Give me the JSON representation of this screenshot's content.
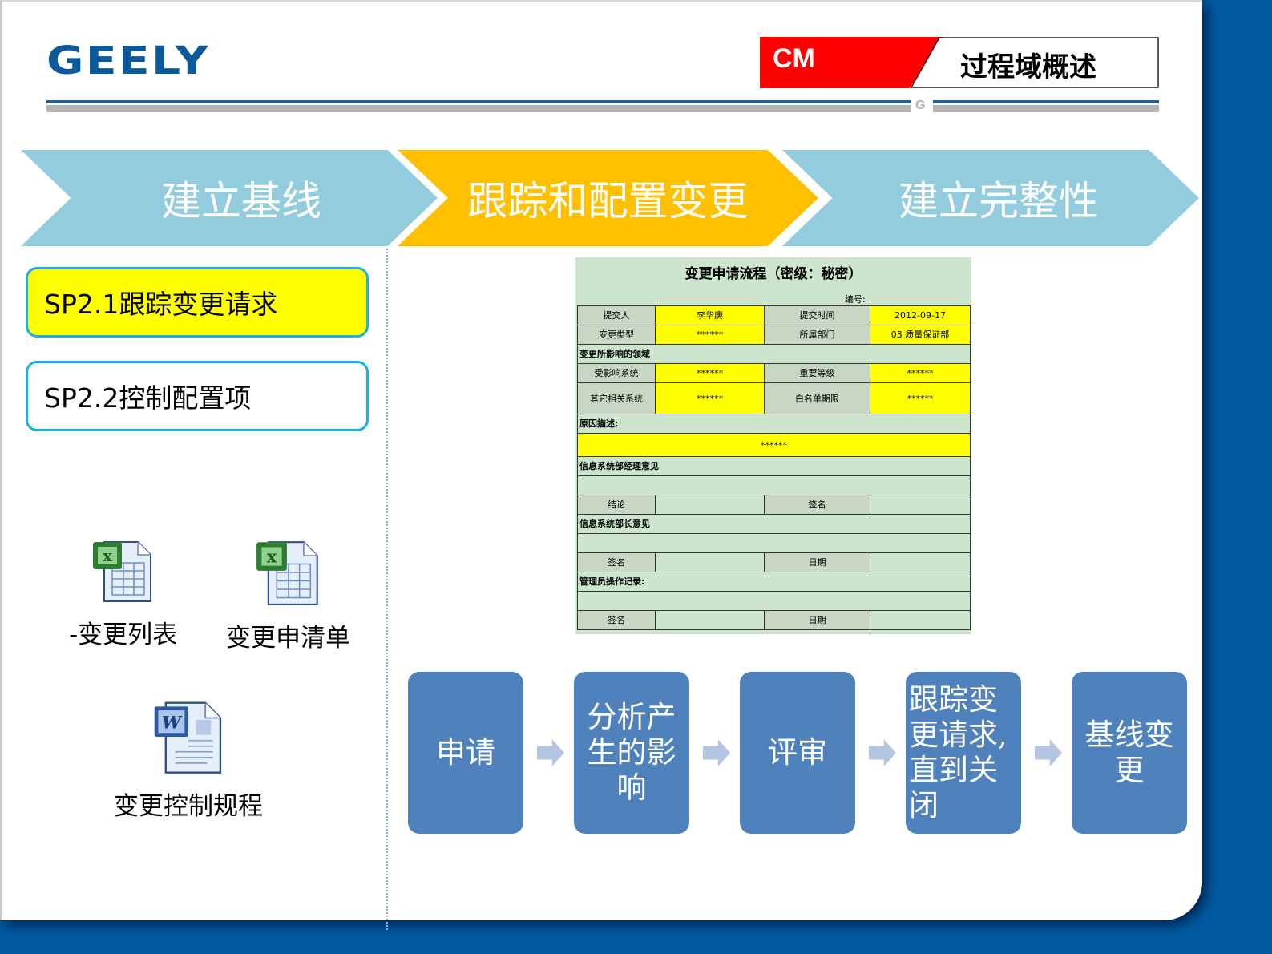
{
  "header": {
    "logo": "GEELY",
    "tag": "CM",
    "title": "过程域概述",
    "rule_mark": "G"
  },
  "phases": [
    {
      "label": "建立基线",
      "color": "#93cddd",
      "active": false
    },
    {
      "label": "跟踪和配置变更",
      "color": "#ffc000",
      "active": true
    },
    {
      "label": "建立完整性",
      "color": "#93cddd",
      "active": false
    }
  ],
  "subpractices": [
    {
      "label": "SP2.1跟踪变更请求",
      "highlighted": true
    },
    {
      "label": "SP2.2控制配置项",
      "highlighted": false
    }
  ],
  "files": [
    {
      "label": "-变更列表",
      "icon": "excel-file-icon"
    },
    {
      "label": "变更申清单",
      "icon": "excel-file-icon"
    },
    {
      "label": "变更控制规程",
      "icon": "word-file-icon"
    }
  ],
  "form": {
    "title": "变更申请流程（密级：秘密）",
    "number_label": "编号:",
    "rows": {
      "submitter_label": "提交人",
      "submitter_value": "李华庚",
      "submit_time_label": "提交时间",
      "submit_time_value": "2012-09-17",
      "change_type_label": "变更类型",
      "change_type_value": "******",
      "department_label": "所属部门",
      "department_value": "03 质量保证部",
      "affected_area_section": "变更所影响的领域",
      "affected_system_label": "受影响系统",
      "affected_system_value": "******",
      "importance_label": "重要等级",
      "importance_value": "******",
      "other_system_label": "其它相关系统",
      "other_system_value": "******",
      "whitelist_label": "白名单期限",
      "whitelist_value": "******",
      "reason_section": "原因描述:",
      "reason_value": "******",
      "manager_section": "信息系统部经理意见",
      "conclusion_label": "结论",
      "sign_label_1": "签名",
      "director_section": "信息系统部长意见",
      "sign_label_2": "签名",
      "date_label_1": "日期",
      "admin_section": "管理员操作记录:",
      "sign_label_3": "签名",
      "date_label_2": "日期"
    }
  },
  "process_steps": [
    {
      "label": "申请"
    },
    {
      "label": "分析产生的影响"
    },
    {
      "label": "评审"
    },
    {
      "label": "跟踪变更请求,直到关闭"
    },
    {
      "label": "基线变更"
    }
  ],
  "colors": {
    "brand_blue": "#0a5a9c",
    "frame_blue": "#005a9e",
    "tag_red": "#ff0000",
    "phase_blue": "#93cddd",
    "phase_active": "#ffc000",
    "step_blue": "#4f81bd",
    "highlight_yellow": "#ffff00"
  }
}
